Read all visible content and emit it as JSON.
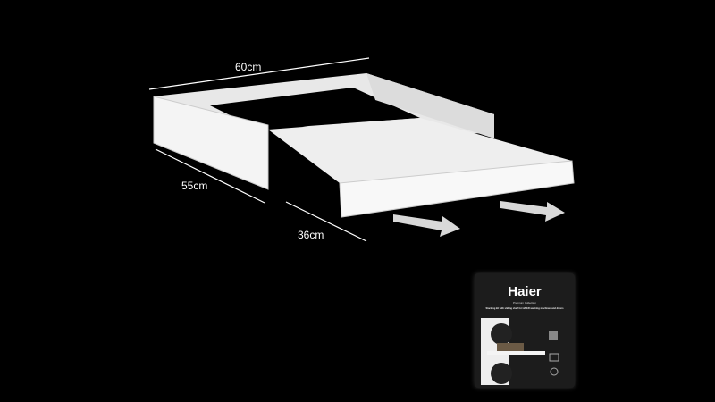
{
  "dimensions": {
    "width_label": "60cm",
    "depth_label": "55cm",
    "slide_label": "36cm"
  },
  "package": {
    "brand": "Haier",
    "collection": "Premium Collection",
    "description": "Stacking kit with sliding shelf for HAIER washing machines and dryers"
  },
  "colors": {
    "background": "#000000",
    "product": "#f2f2f2",
    "arrow": "#d8d8d8"
  }
}
